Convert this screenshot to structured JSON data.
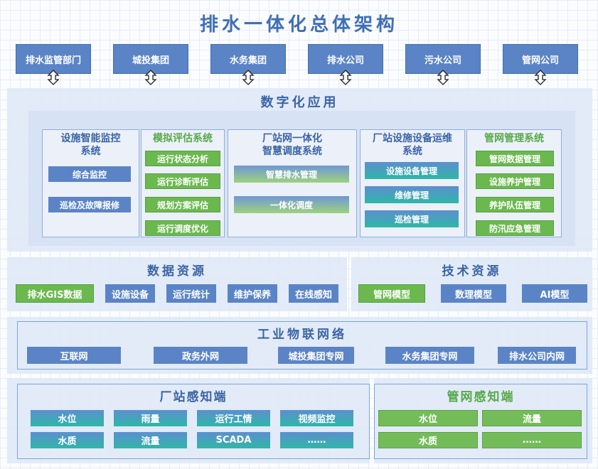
{
  "title": "排水一体化总体架构",
  "top_units": [
    "排水监管部门",
    "城投集团",
    "水务集团",
    "排水公司",
    "污水公司",
    "管网公司"
  ],
  "digital": {
    "title": "数字化应用",
    "systems": [
      {
        "title": "设施智能监控\n系统",
        "items": [
          "综合监控",
          "巡检及故障报修"
        ]
      },
      {
        "title": "模拟评估系统",
        "items": [
          "运行状态分析",
          "运行诊断评估",
          "规划方案评估",
          "运行调度优化"
        ]
      },
      {
        "title": "厂站网一体化\n智慧调度系统",
        "items": [
          "智慧排水管理",
          "一体化调度"
        ]
      },
      {
        "title": "厂站设施设备运维\n系统",
        "items": [
          "设施设备管理",
          "维修管理",
          "巡检管理"
        ]
      },
      {
        "title": "管网管理系统",
        "items": [
          "管网数据管理",
          "设施养护管理",
          "养护队伍管理",
          "防汛应急管理"
        ]
      }
    ]
  },
  "data_resources": {
    "title": "数据资源",
    "items": [
      "排水GIS数据",
      "设施设备",
      "运行统计",
      "维护保养",
      "在线感知"
    ]
  },
  "tech_resources": {
    "title": "技术资源",
    "items": [
      "管网模型",
      "数理模型",
      "AI模型"
    ]
  },
  "iot": {
    "title": "工业物联网络",
    "items": [
      "互联网",
      "政务外网",
      "城投集团专网",
      "水务集团专网",
      "排水公司内网"
    ]
  },
  "plant_sensing": {
    "title": "厂站感知端",
    "items": [
      "水位",
      "雨量",
      "运行工情",
      "视频监控",
      "水质",
      "流量",
      "SCADA",
      "……"
    ]
  },
  "pipe_sensing": {
    "title": "管网感知端",
    "items": [
      "水位",
      "流量",
      "水质",
      "……"
    ]
  }
}
